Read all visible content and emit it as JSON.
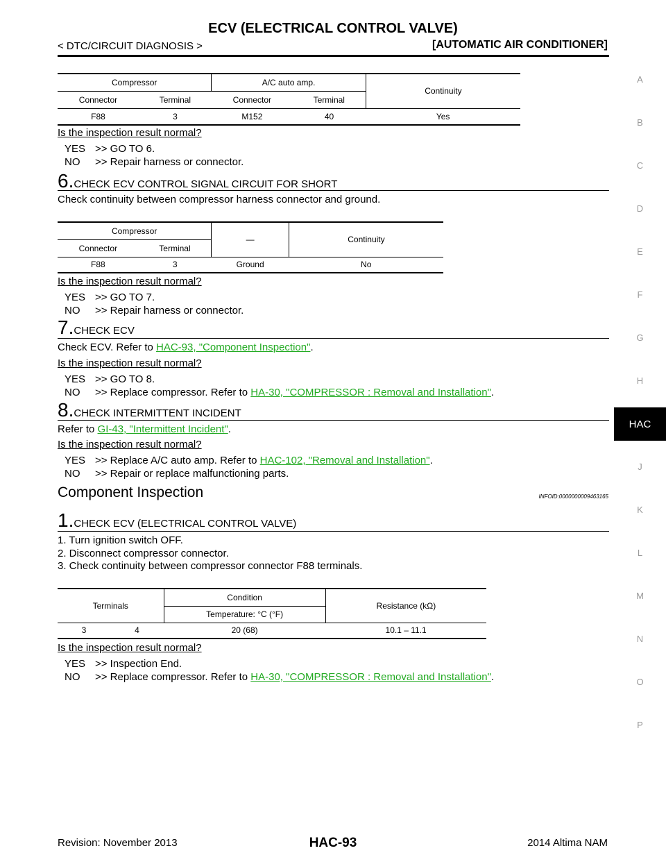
{
  "header": {
    "title": "ECV (ELECTRICAL CONTROL VALVE)",
    "breadcrumb": "< DTC/CIRCUIT DIAGNOSIS >",
    "section": "[AUTOMATIC AIR CONDITIONER]"
  },
  "sidebar": {
    "letters": [
      "A",
      "B",
      "C",
      "D",
      "E",
      "F",
      "G",
      "H",
      "J",
      "K",
      "L",
      "M",
      "N",
      "O",
      "P"
    ],
    "active": "HAC"
  },
  "table1": {
    "h_compressor": "Compressor",
    "h_amp": "A/C auto amp.",
    "h_continuity": "Continuity",
    "h_connector1": "Connector",
    "h_terminal1": "Terminal",
    "h_connector2": "Connector",
    "h_terminal2": "Terminal",
    "row": [
      "F88",
      "3",
      "M152",
      "40",
      "Yes"
    ]
  },
  "q1": "Is the inspection result normal?",
  "a1": {
    "yes_key": "YES",
    "yes": ">> GO TO 6.",
    "no_key": "NO",
    "no": ">> Repair harness or connector."
  },
  "step6": {
    "num": "6.",
    "title": "CHECK ECV CONTROL SIGNAL CIRCUIT FOR SHORT",
    "text": "Check continuity between compressor harness connector and ground."
  },
  "table2": {
    "h_compressor": "Compressor",
    "h_dash": "—",
    "h_continuity": "Continuity",
    "h_connector": "Connector",
    "h_terminal": "Terminal",
    "row": [
      "F88",
      "3",
      "Ground",
      "No"
    ]
  },
  "q2": "Is the inspection result normal?",
  "a2": {
    "yes_key": "YES",
    "yes": ">> GO TO 7.",
    "no_key": "NO",
    "no": ">> Repair harness or connector."
  },
  "step7": {
    "num": "7.",
    "title": "CHECK ECV",
    "text_pre": "Check ECV. Refer to ",
    "link": "HAC-93, \"Component Inspection\"",
    "text_post": "."
  },
  "q3": "Is the inspection result normal?",
  "a3": {
    "yes_key": "YES",
    "yes": ">> GO TO 8.",
    "no_key": "NO",
    "no_pre": ">> Replace compressor. Refer to ",
    "no_link": "HA-30, \"COMPRESSOR : Removal and Installation\"",
    "no_post": "."
  },
  "step8": {
    "num": "8.",
    "title": "CHECK INTERMITTENT INCIDENT",
    "text_pre": "Refer to ",
    "link": "GI-43, \"Intermittent Incident\"",
    "text_post": "."
  },
  "q4": "Is the inspection result normal?",
  "a4": {
    "yes_key": "YES",
    "yes_pre": ">> Replace A/C auto amp. Refer to ",
    "yes_link": "HAC-102, \"Removal and Installation\"",
    "yes_post": ".",
    "no_key": "NO",
    "no": ">> Repair or replace malfunctioning parts."
  },
  "component": {
    "heading": "Component Inspection",
    "infoid": "INFOID:0000000009463165"
  },
  "step1": {
    "num": "1.",
    "title": "CHECK ECV (ELECTRICAL CONTROL VALVE)",
    "items": [
      "1. Turn ignition switch OFF.",
      "2. Disconnect compressor connector.",
      "3. Check continuity between compressor connector F88 terminals."
    ]
  },
  "table3": {
    "h_terminals": "Terminals",
    "h_condition": "Condition",
    "h_resistance": "Resistance (kΩ)",
    "h_temp": "Temperature: °C (°F)",
    "row": [
      "3",
      "4",
      "20 (68)",
      "10.1 – 11.1"
    ]
  },
  "q5": "Is the inspection result normal?",
  "a5": {
    "yes_key": "YES",
    "yes": ">> Inspection End.",
    "no_key": "NO",
    "no_pre": ">> Replace compressor. Refer to ",
    "no_link": "HA-30, \"COMPRESSOR : Removal and Installation\"",
    "no_post": "."
  },
  "footer": {
    "revision": "Revision: November 2013",
    "page": "HAC-93",
    "model": "2014 Altima NAM"
  }
}
